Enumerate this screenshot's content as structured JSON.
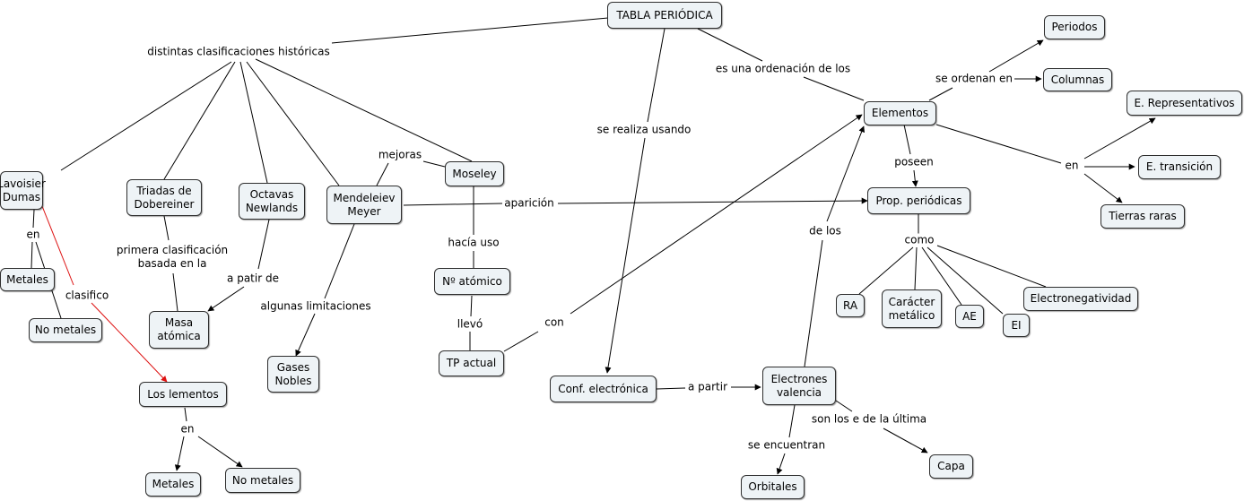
{
  "colors": {
    "line": "#000000",
    "highlight": "#dd1111",
    "node_fill": "#eef3f6"
  },
  "nodes": {
    "tabla": "TABLA PERIÓDICA",
    "lavoisier": "Lavoisier\nDumas",
    "triadas": "Triadas de\nDobereiner",
    "octavas": "Octavas\nNewlands",
    "mendeleiev": "Mendeleiev\nMeyer",
    "moseley": "Moseley",
    "metales1": "Metales",
    "nometales1": "No metales",
    "masa": "Masa\natómica",
    "gases": "Gases\nNobles",
    "losele": "Los lementos",
    "metales2": "Metales",
    "nometales2": "No metales",
    "natomico": "Nº atómico",
    "tpactual": "TP actual",
    "confe": "Conf. electrónica",
    "electrones": "Electrones\nvalencia",
    "orbitales": "Orbitales",
    "capa": "Capa",
    "elementos": "Elementos",
    "periodos": "Periodos",
    "columnas": "Columnas",
    "erep": "E. Representativos",
    "etrans": "E. transición",
    "tierras": "Tierras raras",
    "propper": "Prop. periódicas",
    "ra": "RA",
    "carmet": "Carácter\nmetálico",
    "ae": "AE",
    "ei": "EI",
    "electroneg": "Electronegatividad"
  },
  "labels": {
    "distintas": "distintas clasificaciones históricas",
    "es_ordenacion": "es una ordenación de los",
    "se_realiza": "se realiza usando",
    "mejoras": "mejoras",
    "aparicion": "aparición",
    "en1": "en",
    "clasifico": "clasifico",
    "primera": "primera clasificación\nbasada en la",
    "apatir": "a patir de",
    "algunas": "algunas limitaciones",
    "en2": "en",
    "hacia": "hacía uso",
    "llevo": "llevó",
    "con": "con",
    "apartir": "a partir",
    "se_encuentran": "se encuentran",
    "son_los": "son los e de la última",
    "de_los": "de los",
    "se_ordenan": "se ordenan en",
    "poseen": "poseen",
    "en3": "en",
    "como": "como"
  }
}
